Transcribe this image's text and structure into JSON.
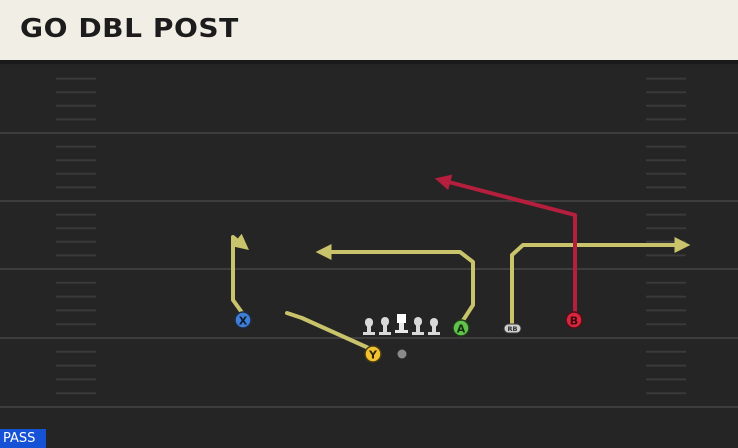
{
  "header": {
    "title": "GO DBL POST"
  },
  "play_type": "PASS",
  "players": {
    "x": "X",
    "y": "Y",
    "a": "A",
    "b": "B",
    "rb": "RB"
  },
  "colors": {
    "field": "#252525",
    "yard_line": "#3d3d3d",
    "route_standard": "#c9c46b",
    "route_primary": "#b51e3c",
    "player_x": "#3f7fd8",
    "player_y": "#f1c232",
    "player_a": "#63c24d",
    "player_b": "#d9263c",
    "player_rb": "#cfcfcf",
    "badge": "#1652d6"
  }
}
